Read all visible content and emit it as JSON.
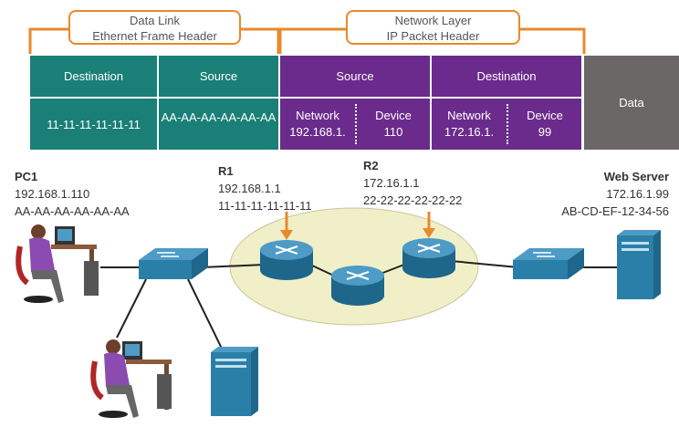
{
  "headers": {
    "data_link": {
      "line1": "Data Link",
      "line2": "Ethernet Frame Header"
    },
    "network_layer": {
      "line1": "Network Layer",
      "line2": "IP Packet Header"
    }
  },
  "frame": {
    "eth_dest_label": "Destination",
    "eth_dest_value": "11-11-11-11-11-11",
    "eth_src_label": "Source",
    "eth_src_value": "AA-AA-AA-AA-AA-AA",
    "ip_src_label": "Source",
    "ip_src_network_label": "Network",
    "ip_src_network_value": "192.168.1.",
    "ip_src_device_label": "Device",
    "ip_src_device_value": "110",
    "ip_dst_label": "Destination",
    "ip_dst_network_label": "Network",
    "ip_dst_network_value": "172.16.1.",
    "ip_dst_device_label": "Device",
    "ip_dst_device_value": "99",
    "data_label": "Data"
  },
  "devices": {
    "pc1": {
      "name": "PC1",
      "ip": "192.168.1.110",
      "mac": "AA-AA-AA-AA-AA-AA"
    },
    "r1": {
      "name": "R1",
      "ip": "192.168.1.1",
      "mac": "11-11-11-11-11-11"
    },
    "r2": {
      "name": "R2",
      "ip": "172.16.1.1",
      "mac": "22-22-22-22-22-22"
    },
    "web_server": {
      "name": "Web Server",
      "ip": "172.16.1.99",
      "mac": "AB-CD-EF-12-34-56"
    }
  },
  "colors": {
    "ethernet_header": "#1a7f77",
    "ip_header": "#6a2b8c",
    "data": "#6b6766",
    "bracket": "#e8892b",
    "router": "#2a7fa8",
    "cloud": "#f0efc8"
  }
}
